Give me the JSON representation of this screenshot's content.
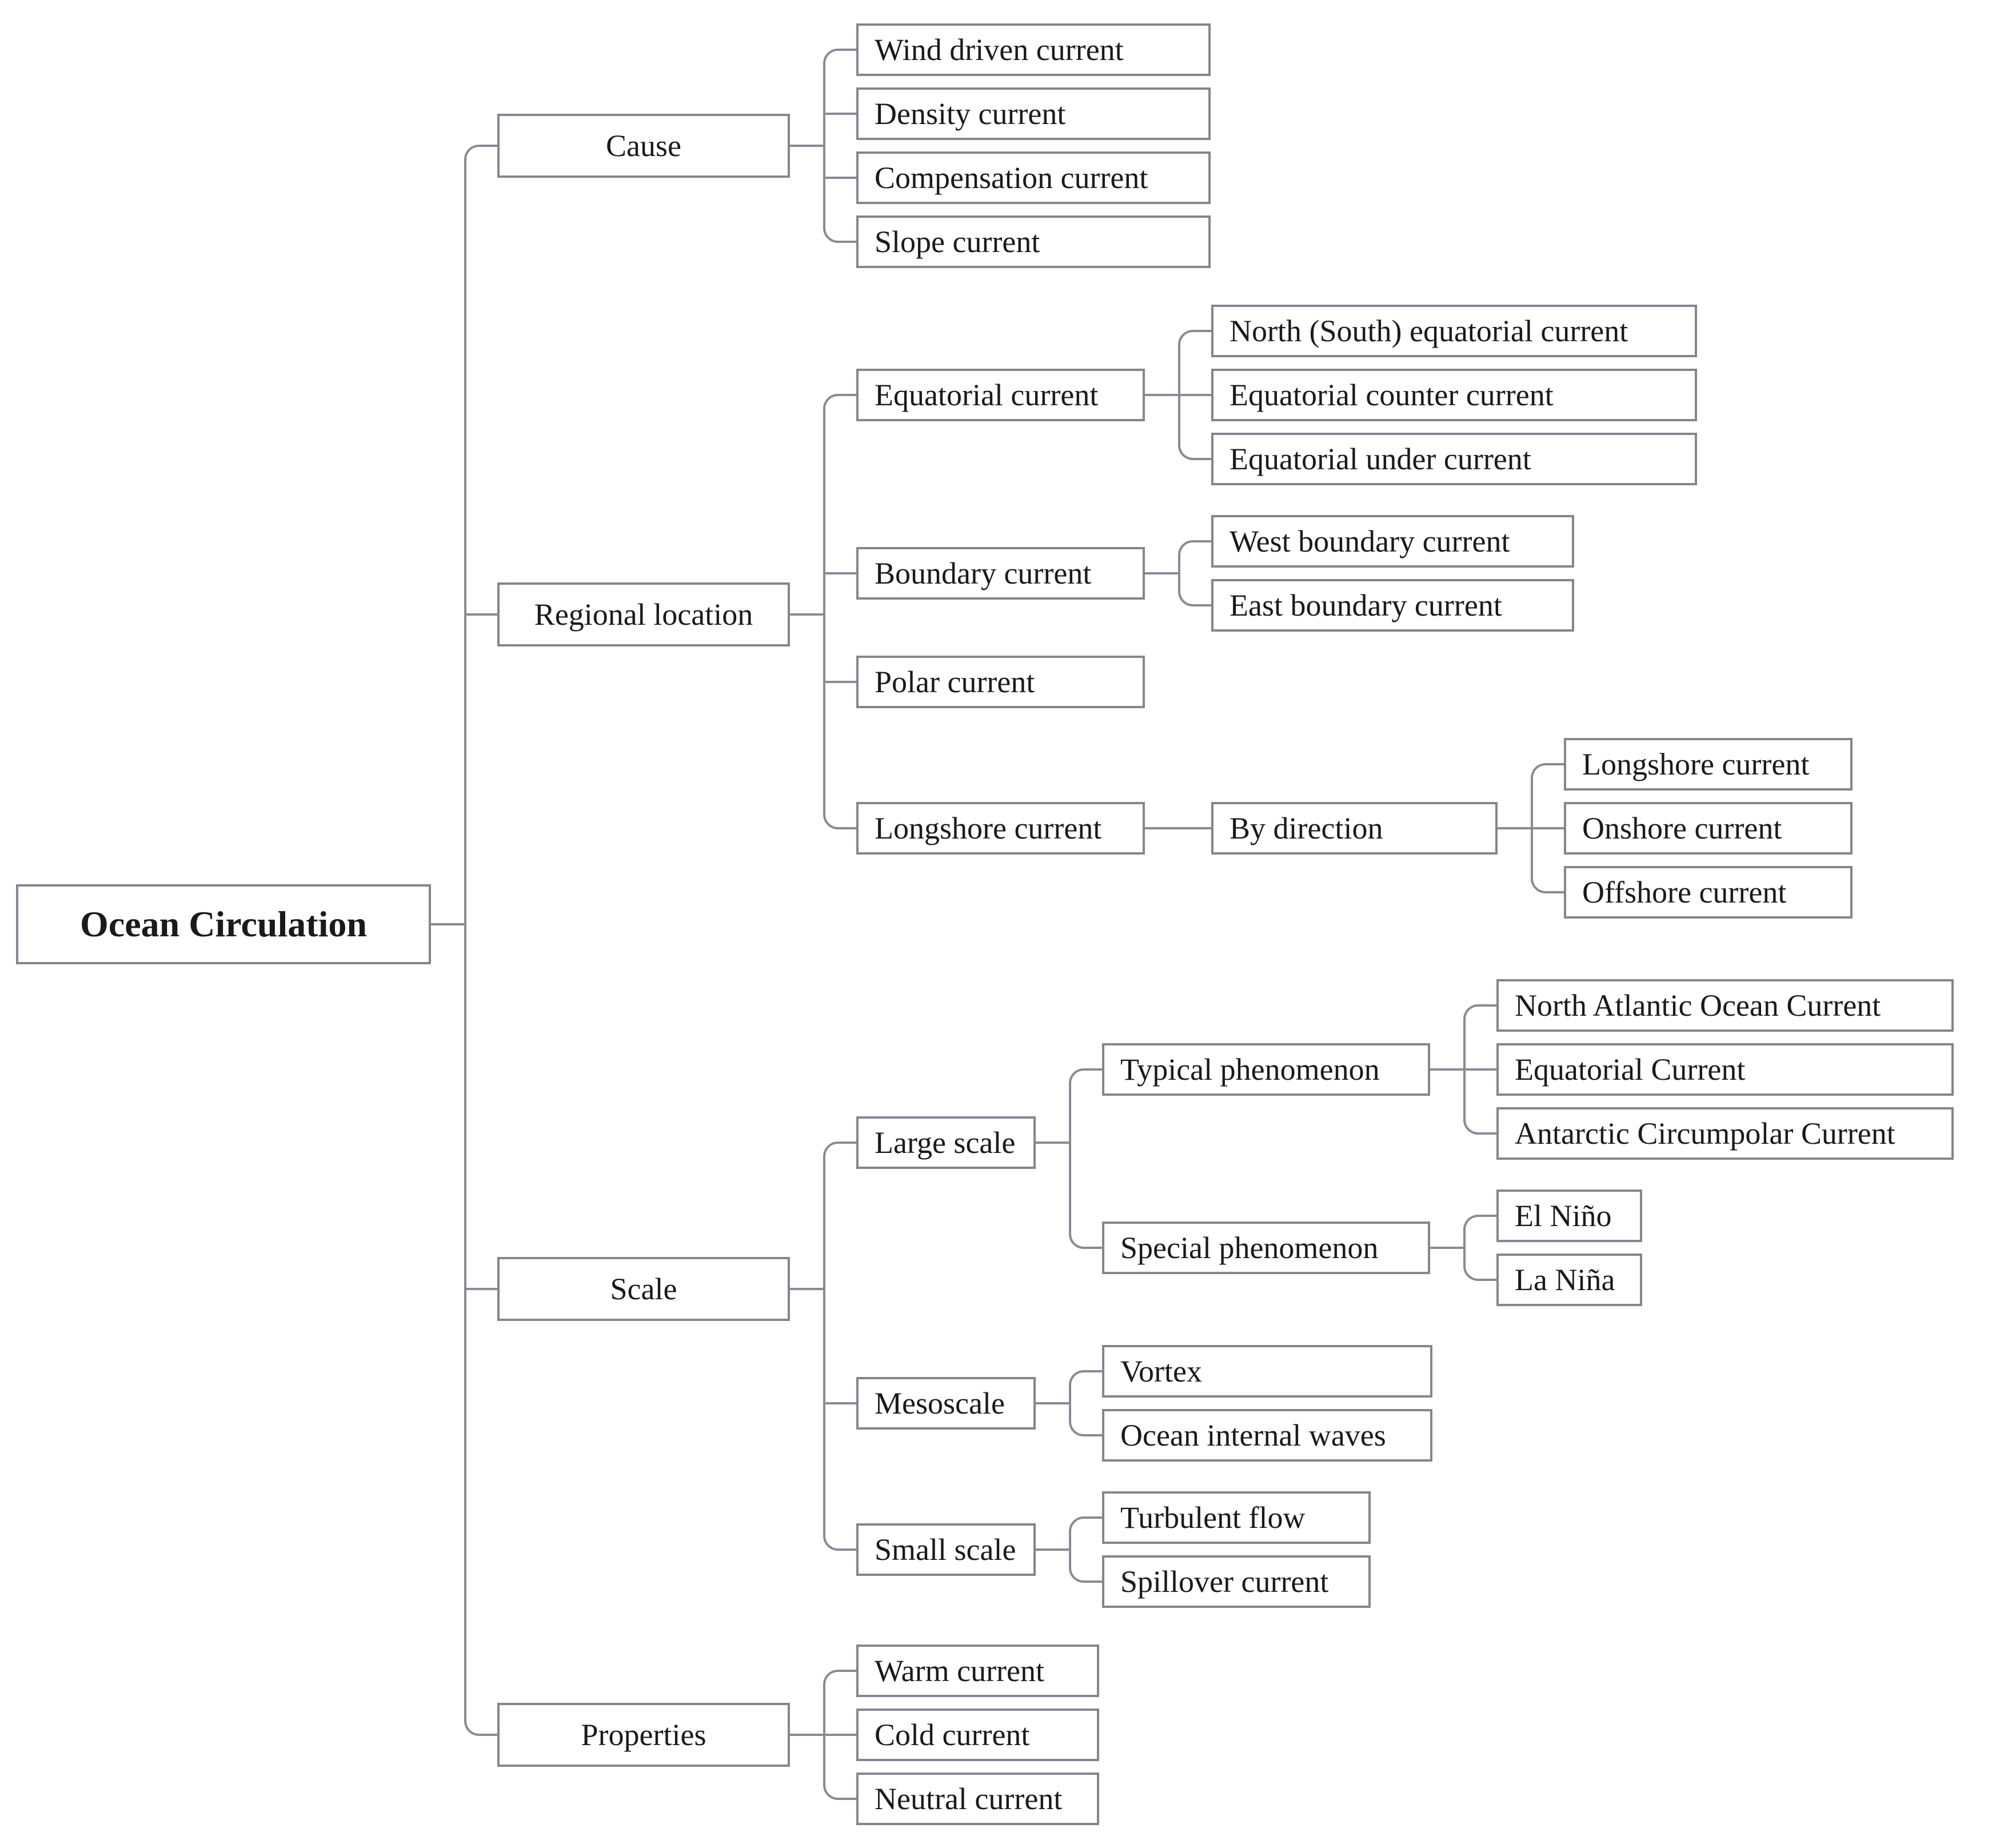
{
  "colors": {
    "line": "#8a8a94",
    "box_border": "#85858f",
    "text": "#1a1a1a",
    "background": "#ffffff"
  },
  "tree": {
    "label": "Ocean Circulation",
    "children": [
      {
        "label": "Cause",
        "children": [
          {
            "label": "Wind driven current"
          },
          {
            "label": "Density current"
          },
          {
            "label": "Compensation current"
          },
          {
            "label": "Slope current"
          }
        ]
      },
      {
        "label": "Regional location",
        "children": [
          {
            "label": "Equatorial current",
            "children": [
              {
                "label": "North (South) equatorial current"
              },
              {
                "label": "Equatorial counter current"
              },
              {
                "label": "Equatorial under current"
              }
            ]
          },
          {
            "label": "Boundary current",
            "children": [
              {
                "label": "West boundary current"
              },
              {
                "label": "East boundary current"
              }
            ]
          },
          {
            "label": "Polar current"
          },
          {
            "label": "Longshore current",
            "children": [
              {
                "label": "By direction",
                "children": [
                  {
                    "label": "Longshore current"
                  },
                  {
                    "label": "Onshore current"
                  },
                  {
                    "label": "Offshore current"
                  }
                ]
              }
            ]
          }
        ]
      },
      {
        "label": "Scale",
        "children": [
          {
            "label": "Large scale",
            "children": [
              {
                "label": "Typical phenomenon",
                "children": [
                  {
                    "label": "North Atlantic Ocean Current"
                  },
                  {
                    "label": "Equatorial Current"
                  },
                  {
                    "label": "Antarctic Circumpolar Current"
                  }
                ]
              },
              {
                "label": "Special phenomenon",
                "children": [
                  {
                    "label": "El Niño"
                  },
                  {
                    "label": "La Niña"
                  }
                ]
              }
            ]
          },
          {
            "label": "Mesoscale",
            "children": [
              {
                "label": "Vortex"
              },
              {
                "label": "Ocean internal waves"
              }
            ]
          },
          {
            "label": "Small scale",
            "children": [
              {
                "label": "Turbulent flow"
              },
              {
                "label": "Spillover current"
              }
            ]
          }
        ]
      },
      {
        "label": "Properties",
        "children": [
          {
            "label": "Warm current"
          },
          {
            "label": "Cold current"
          },
          {
            "label": "Neutral current"
          }
        ]
      }
    ]
  }
}
